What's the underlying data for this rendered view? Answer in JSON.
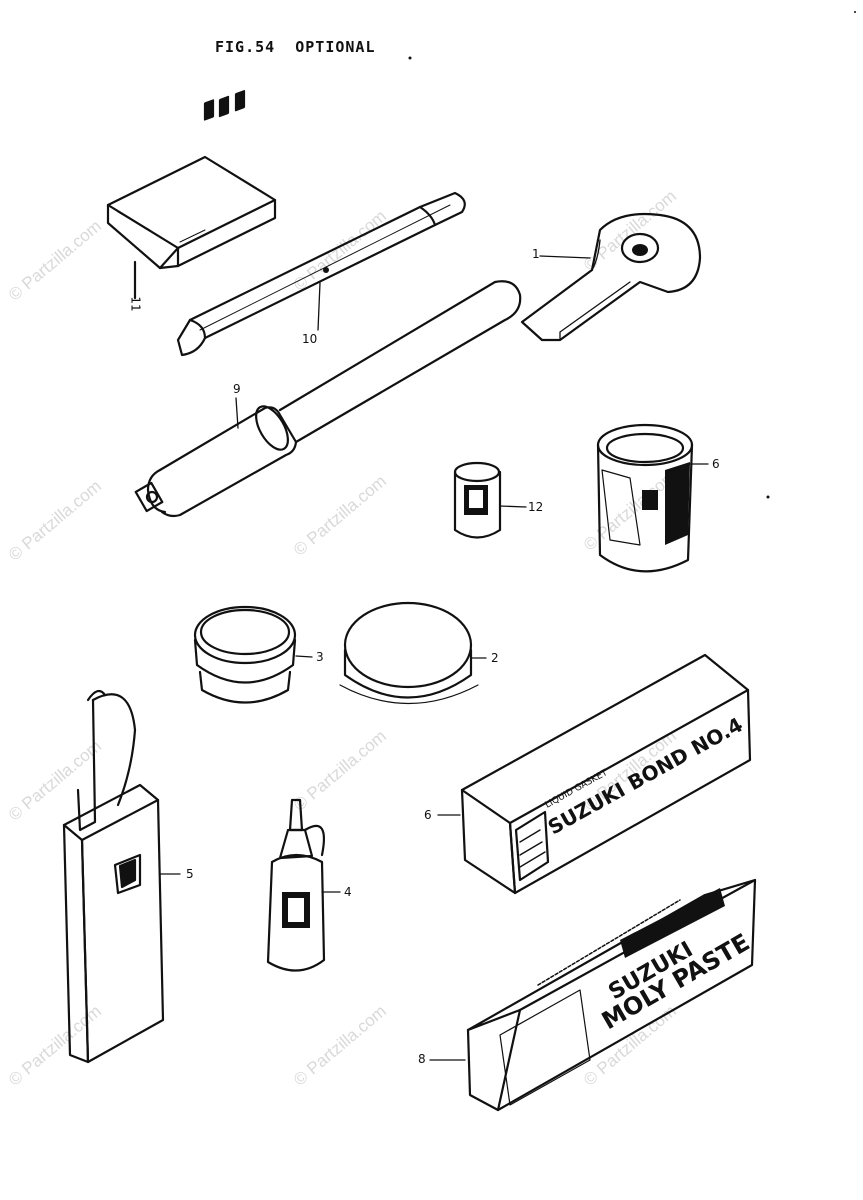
{
  "title": {
    "fig": "FIG.54",
    "name": "OPTIONAL"
  },
  "watermark": "© Partzilla.com",
  "callouts": {
    "c1": "1",
    "c2": "2",
    "c3": "3",
    "c4": "4",
    "c5": "5",
    "c6a": "6",
    "c6b": "6",
    "c8": "8",
    "c9": "9",
    "c10": "10",
    "c11": "11",
    "c12": "12"
  },
  "labels": {
    "bond_small": "LIQUID GASKET",
    "bond_main": "SUZUKI BOND NO.4",
    "moly_brand": "SUZUKI",
    "moly_main": "MOLY PASTE"
  },
  "colors": {
    "ink": "#111111",
    "paper": "#ffffff",
    "watermark": "#d9d9d9"
  }
}
